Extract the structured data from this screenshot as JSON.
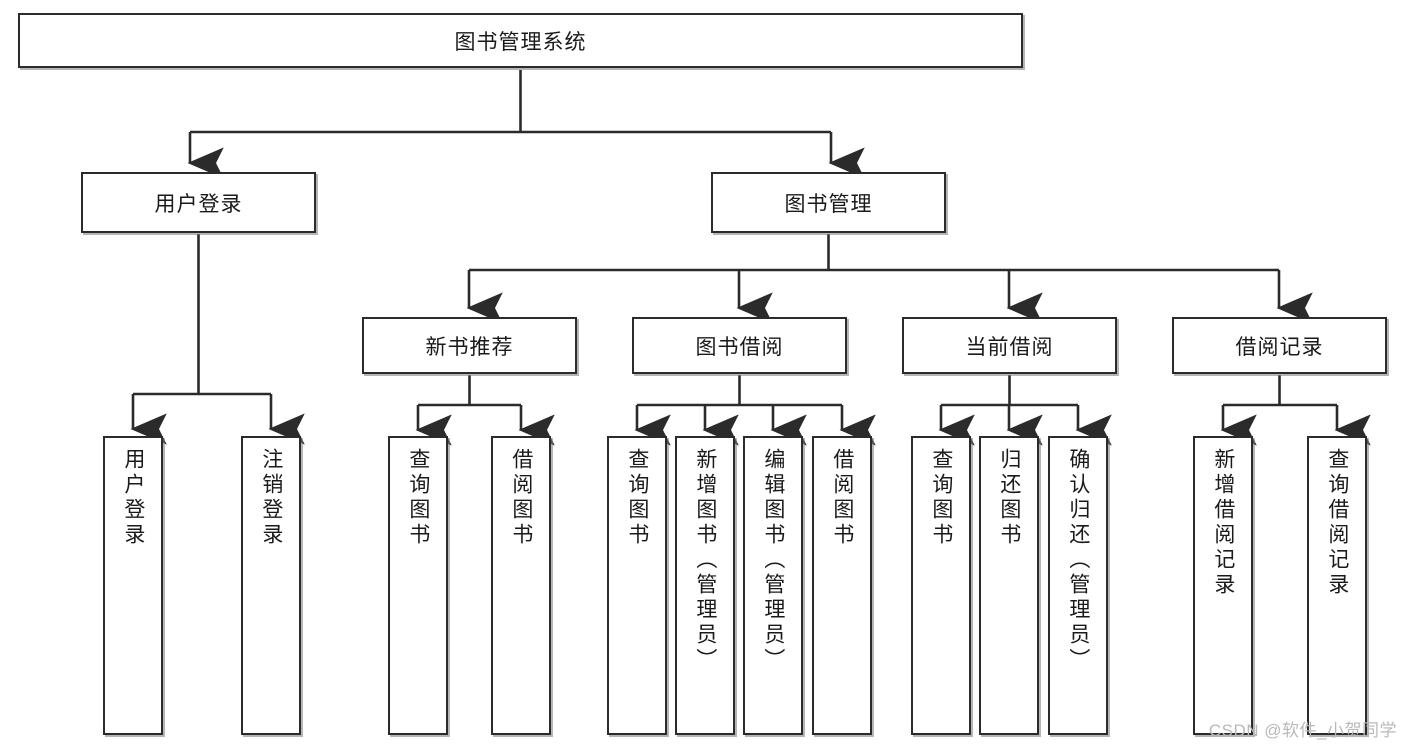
{
  "diagram": {
    "title": "图书管理系统",
    "type": "tree-hierarchy",
    "watermark": "CSDN @软件_小贺同学",
    "colors": {
      "box_border": "#2b2b2b",
      "box_fill": "#ffffff",
      "connector": "#2b2b2b",
      "text": "#1a1a1a",
      "watermark": "#b9b9b9"
    },
    "nodes": {
      "root": {
        "label": "图书管理系统"
      },
      "level2": [
        {
          "id": "user-login",
          "label": "用户登录"
        },
        {
          "id": "book-manage",
          "label": "图书管理"
        }
      ],
      "level3": [
        {
          "id": "new-book-recommend",
          "label": "新书推荐"
        },
        {
          "id": "book-borrow",
          "label": "图书借阅"
        },
        {
          "id": "current-borrow",
          "label": "当前借阅"
        },
        {
          "id": "borrow-record",
          "label": "借阅记录"
        }
      ],
      "leaves": {
        "user_login": [
          {
            "id": "leaf-user-login",
            "label": "用户登录"
          },
          {
            "id": "leaf-logout-login",
            "label": "注销登录"
          }
        ],
        "new_book_recommend": [
          {
            "id": "leaf-query-book-1",
            "label": "查询图书"
          },
          {
            "id": "leaf-borrow-book-1",
            "label": "借阅图书"
          }
        ],
        "book_borrow": [
          {
            "id": "leaf-query-book-2",
            "label": "查询图书"
          },
          {
            "id": "leaf-add-book",
            "label": "新增图书（管理员）"
          },
          {
            "id": "leaf-edit-book",
            "label": "编辑图书（管理员）"
          },
          {
            "id": "leaf-borrow-book-2",
            "label": "借阅图书"
          }
        ],
        "current_borrow": [
          {
            "id": "leaf-query-book-3",
            "label": "查询图书"
          },
          {
            "id": "leaf-return-book",
            "label": "归还图书"
          },
          {
            "id": "leaf-confirm-return",
            "label": "确认归还（管理员）"
          }
        ],
        "borrow_record": [
          {
            "id": "leaf-add-record",
            "label": "新增借阅记录"
          },
          {
            "id": "leaf-query-record",
            "label": "查询借阅记录"
          }
        ]
      }
    }
  }
}
